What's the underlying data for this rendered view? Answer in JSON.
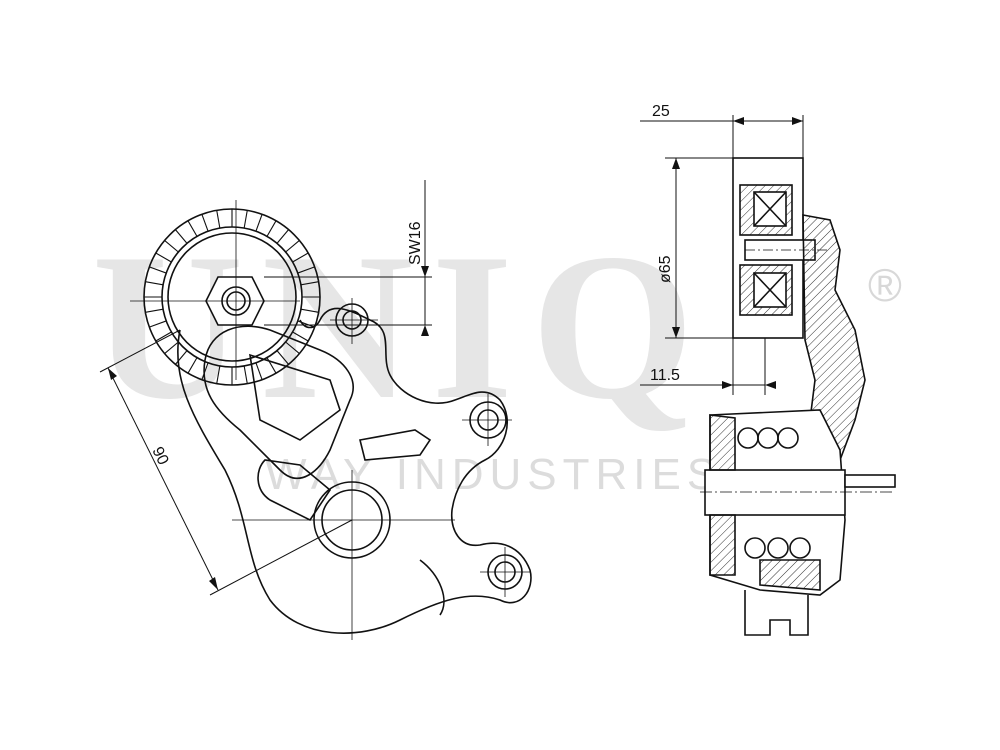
{
  "watermark": {
    "brand": "UNIQ",
    "registered": "®",
    "tagline": "WAY INDUSTRIES"
  },
  "dimensions": {
    "width_label": "25",
    "diameter_label": "ø65",
    "offset_label": "11.5",
    "arm_length_label": "90",
    "hex_label": "SW16"
  }
}
